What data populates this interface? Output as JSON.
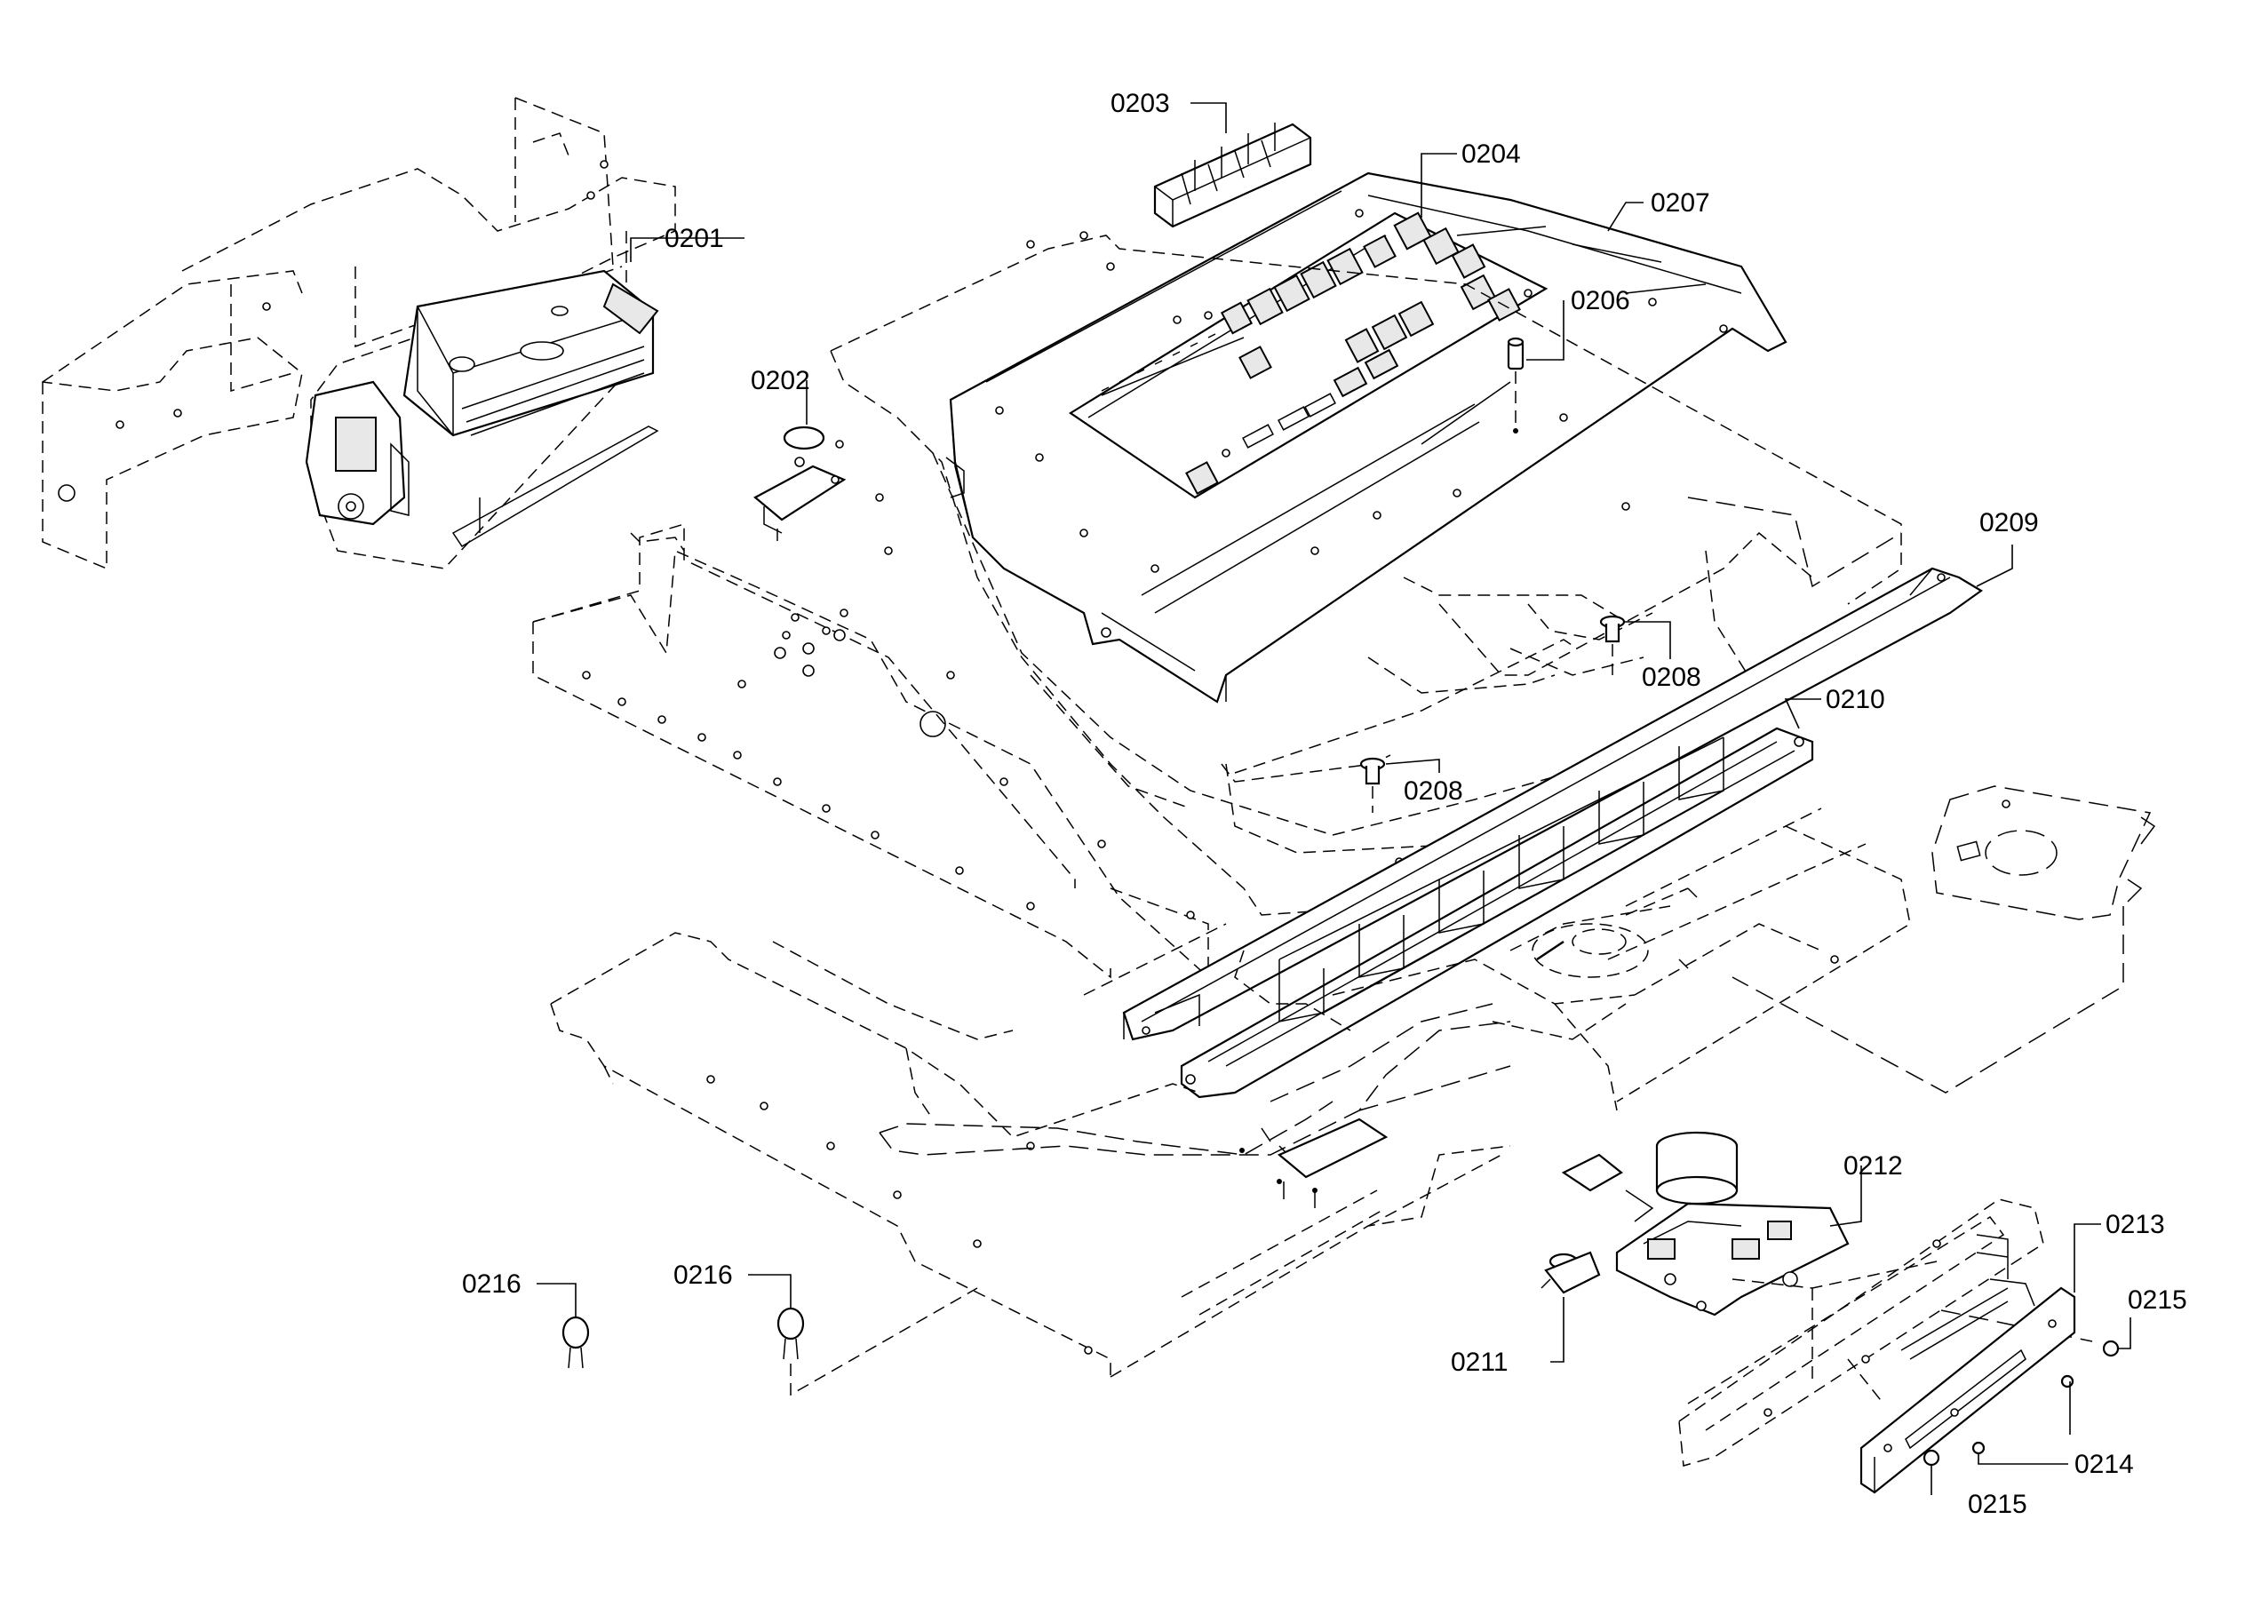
{
  "callouts": [
    {
      "id": "c0201",
      "text": "0201"
    },
    {
      "id": "c0202",
      "text": "0202"
    },
    {
      "id": "c0203",
      "text": "0203"
    },
    {
      "id": "c0204",
      "text": "0204"
    },
    {
      "id": "c0206",
      "text": "0206"
    },
    {
      "id": "c0207",
      "text": "0207"
    },
    {
      "id": "c0208a",
      "text": "0208"
    },
    {
      "id": "c0208b",
      "text": "0208"
    },
    {
      "id": "c0209",
      "text": "0209"
    },
    {
      "id": "c0210",
      "text": "0210"
    },
    {
      "id": "c0211",
      "text": "0211"
    },
    {
      "id": "c0212",
      "text": "0212"
    },
    {
      "id": "c0213",
      "text": "0213"
    },
    {
      "id": "c0214",
      "text": "0214"
    },
    {
      "id": "c0215a",
      "text": "0215"
    },
    {
      "id": "c0215b",
      "text": "0215"
    },
    {
      "id": "c0216a",
      "text": "0216"
    },
    {
      "id": "c0216b",
      "text": "0216"
    }
  ]
}
